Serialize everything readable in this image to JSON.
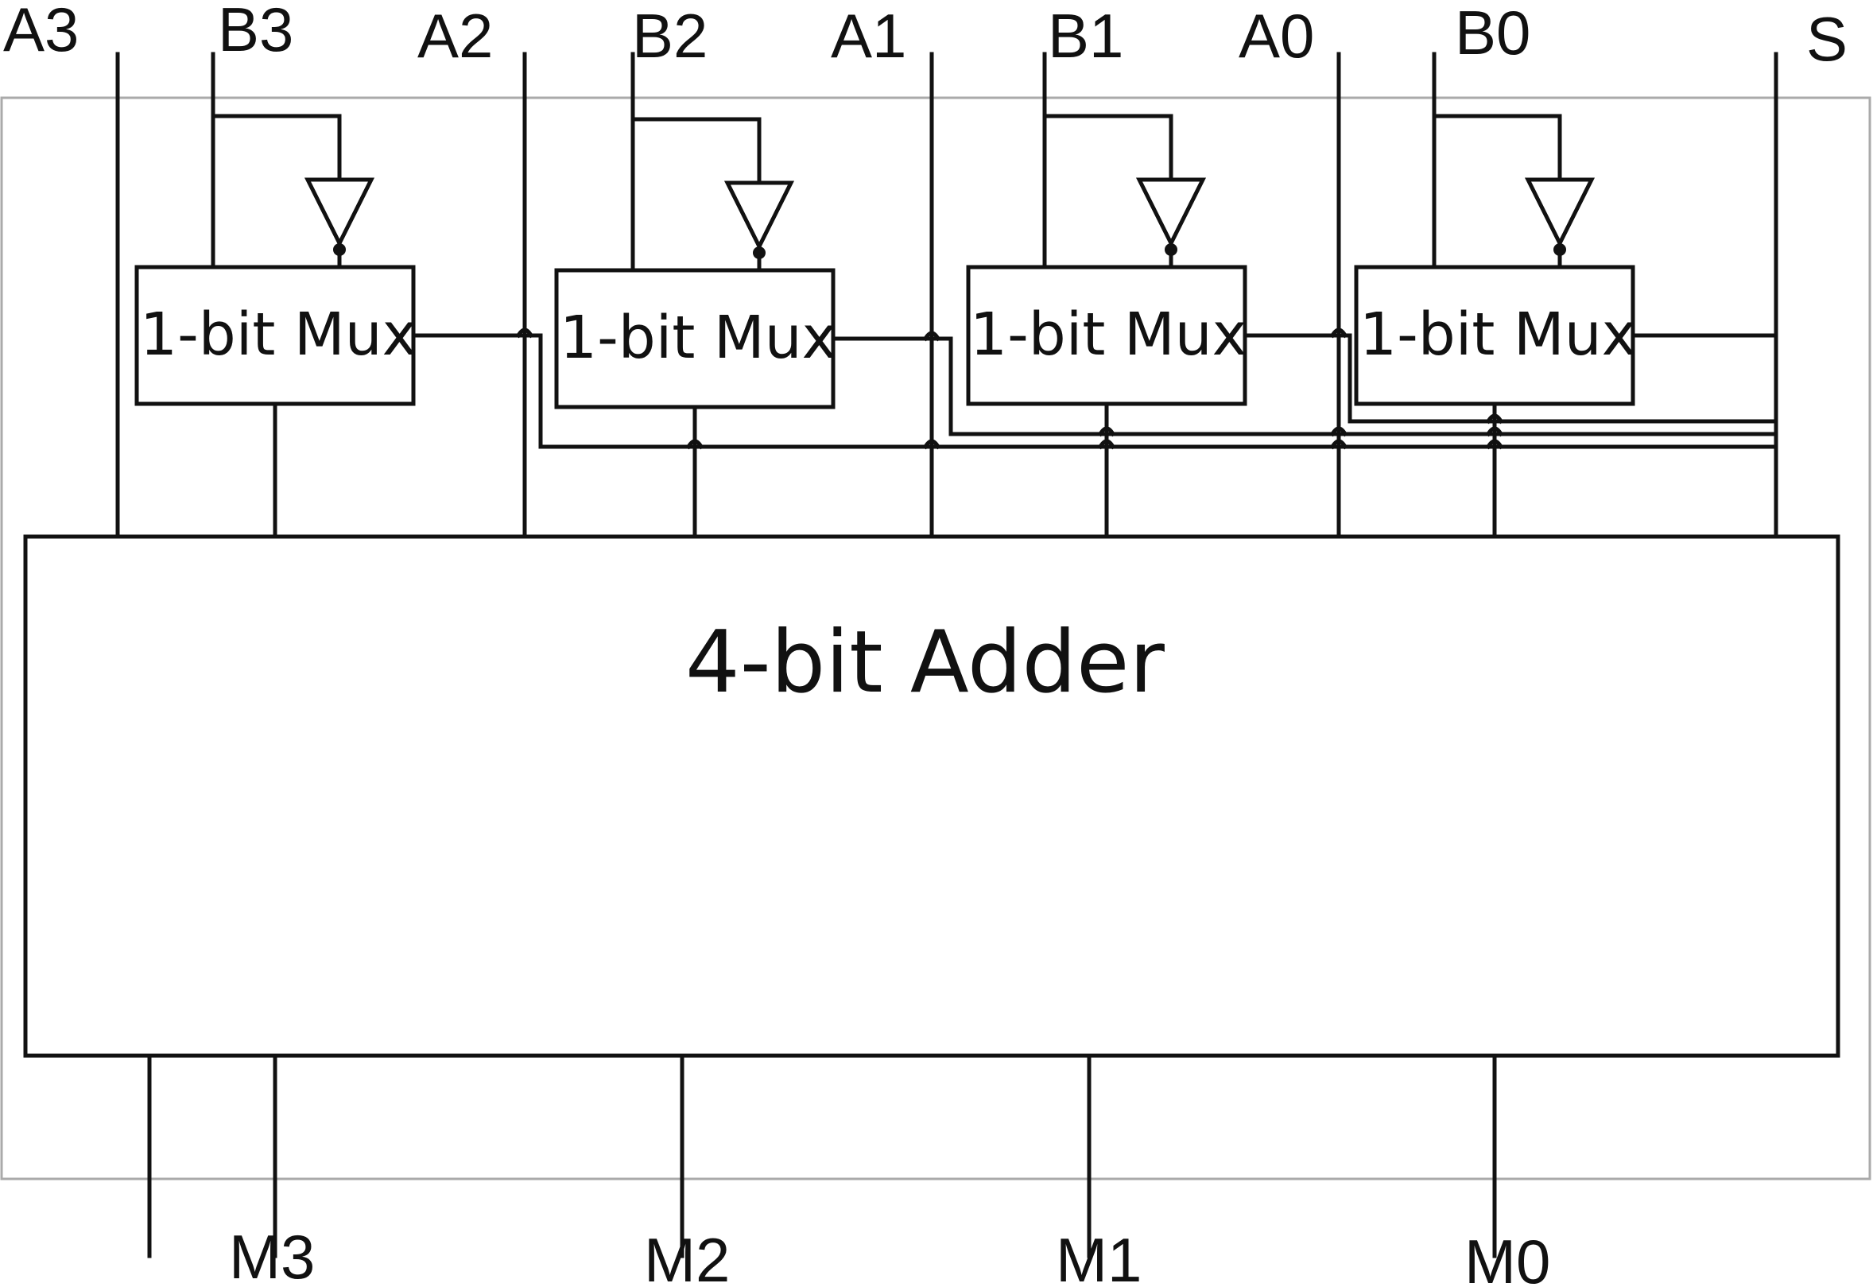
{
  "inputs": [
    "A3",
    "B3",
    "A2",
    "B2",
    "A1",
    "B1",
    "A0",
    "B0",
    "S"
  ],
  "outputs": [
    "M3",
    "M2",
    "M1",
    "M0"
  ],
  "mux_label": "1-bit Mux",
  "adder_label": "4-bit Adder"
}
